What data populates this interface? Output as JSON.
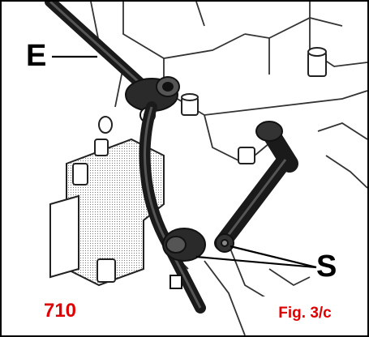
{
  "labels": {
    "rod_label": "E",
    "screw_label": "S"
  },
  "caption": {
    "figure_number": "710",
    "figure_ref": "Fig. 3/c"
  },
  "colors": {
    "label_text": "#000000",
    "caption_text": "#e00000",
    "line_art": "#1a1a1a",
    "background": "#ffffff"
  }
}
